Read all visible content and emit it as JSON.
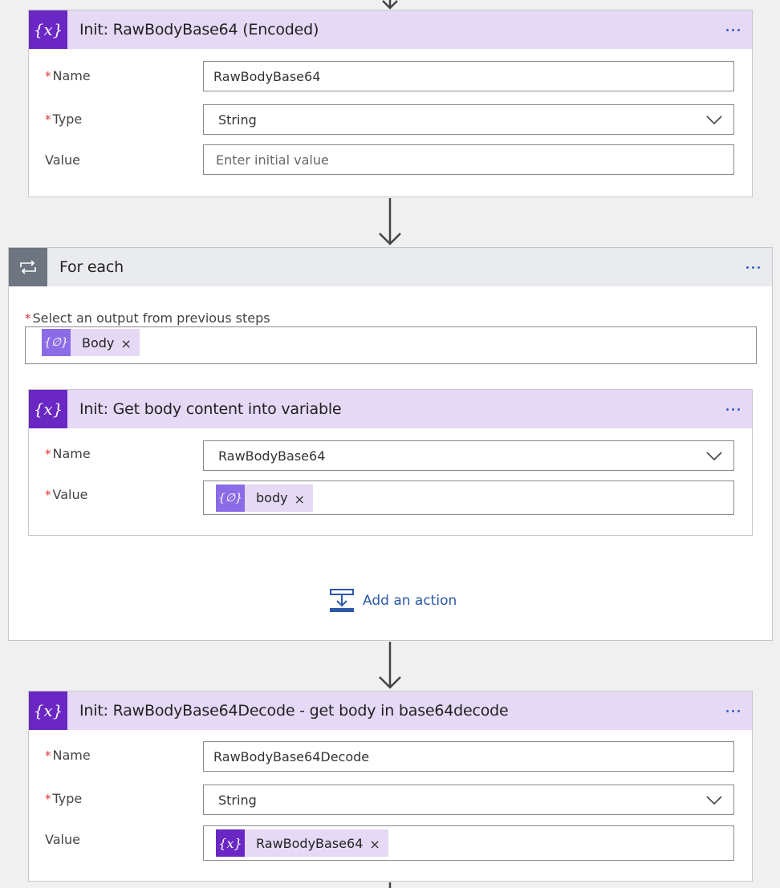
{
  "card1": {
    "title": "Init: RawBodyBase64 (Encoded)",
    "icon": "{x}",
    "name_label": "Name",
    "name_value": "RawBodyBase64",
    "type_label": "Type",
    "type_value": "String",
    "value_label": "Value",
    "value_placeholder": "Enter initial value"
  },
  "foreach": {
    "title": "For each",
    "select_label": "Select an output from previous steps",
    "token_label": "Body",
    "token_close": "×",
    "add_action_label": "Add an action"
  },
  "card2": {
    "title": "Init: Get body content into variable",
    "icon": "{x}",
    "name_label": "Name",
    "name_value": "RawBodyBase64",
    "value_label": "Value",
    "token_label": "body",
    "token_close": "×"
  },
  "card3": {
    "title": "Init: RawBodyBase64Decode - get body in base64decode",
    "icon": "{x}",
    "name_label": "Name",
    "name_value": "RawBodyBase64Decode",
    "type_label": "Type",
    "type_value": "String",
    "value_label": "Value",
    "token_label": "RawBodyBase64",
    "token_close": "×"
  },
  "colors": {
    "variable_purple": "#6a27c4",
    "header_lavender": "#e5d9f5",
    "foreach_gray": "#6d7581",
    "link_blue": "#2b59a8",
    "required_red": "#d33"
  }
}
